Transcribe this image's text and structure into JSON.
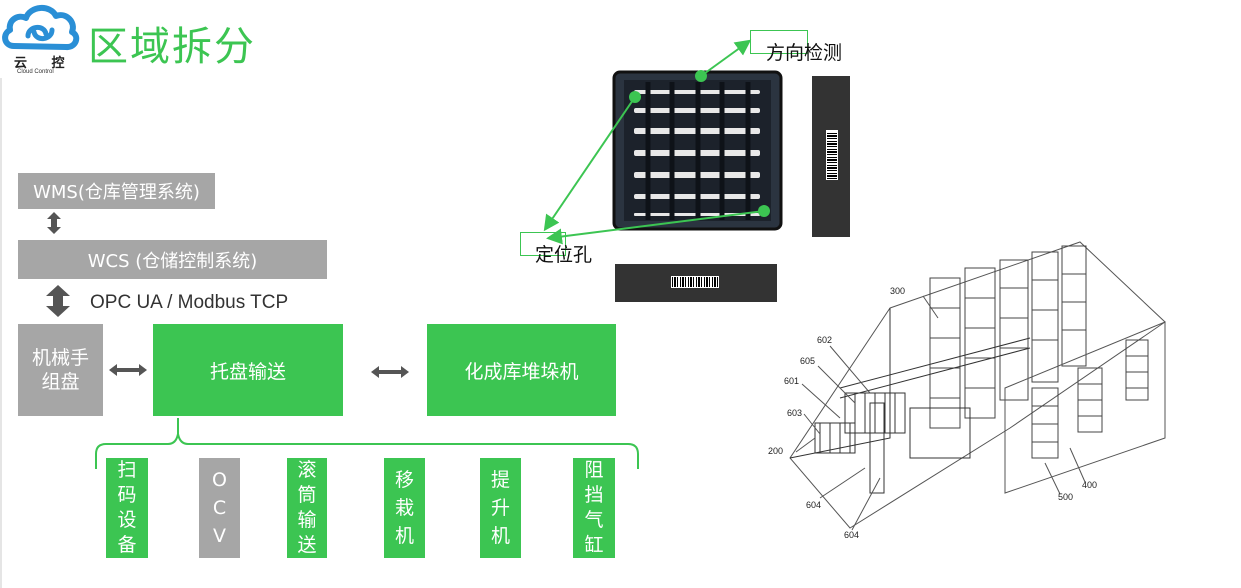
{
  "header": {
    "logo_text": "云 控",
    "logo_sub": "Cloud Control",
    "title": "区域拆分"
  },
  "system": {
    "wms": "WMS(仓库管理系统)",
    "wcs": "WCS (仓储控制系统)",
    "protocol": "OPC UA / Modbus TCP"
  },
  "modules": {
    "robot_arm": "机械手组盘",
    "conveyor": "托盘输送",
    "stacker": "化成库堆垛机"
  },
  "equipment": [
    {
      "id": "scan",
      "label": "扫码设备",
      "chars": [
        "扫",
        "码",
        "设",
        "备"
      ],
      "color": "#3cc552"
    },
    {
      "id": "ocv",
      "label": "OCV",
      "chars": [
        "O",
        "C",
        "V"
      ],
      "color": "#a6a6a6"
    },
    {
      "id": "roller",
      "label": "滚筒输送",
      "chars": [
        "滚",
        "筒",
        "输",
        "送"
      ],
      "color": "#3cc552"
    },
    {
      "id": "transfer",
      "label": "移栽机",
      "chars": [
        "移",
        "栽",
        "机"
      ],
      "color": "#3cc552"
    },
    {
      "id": "lift",
      "label": "提升机",
      "chars": [
        "提",
        "升",
        "机"
      ],
      "color": "#3cc552"
    },
    {
      "id": "stopper",
      "label": "阻挡气缸",
      "chars": [
        "阻",
        "挡",
        "气",
        "缸"
      ],
      "color": "#3cc552"
    }
  ],
  "tray": {
    "direction_label": "方向检测",
    "hole_label": "定位孔"
  },
  "layout_labels": [
    "300",
    "602",
    "605",
    "601",
    "603",
    "200",
    "604",
    "604",
    "500",
    "400"
  ],
  "colors": {
    "accent": "#3cc552",
    "gray": "#a6a6a6",
    "dark": "#333333"
  }
}
